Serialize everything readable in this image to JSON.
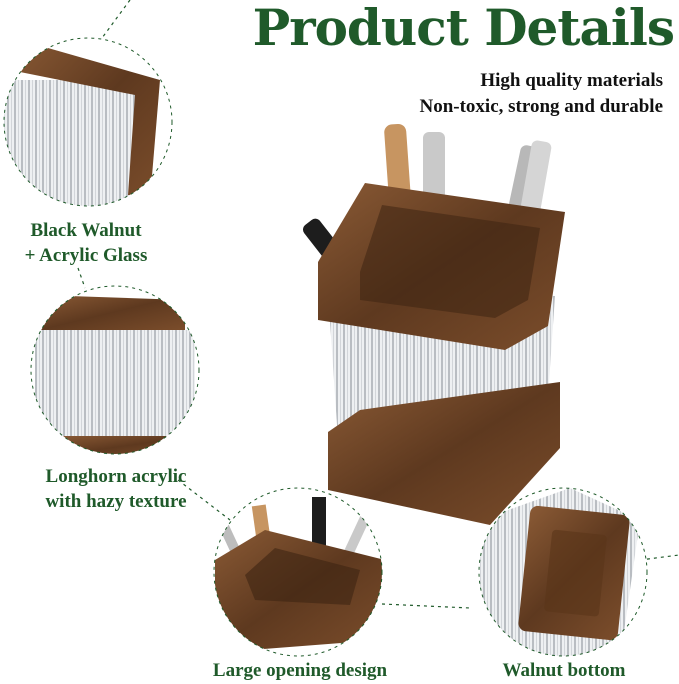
{
  "header": {
    "title": "Product Details",
    "subtitle_line1": "High quality materials",
    "subtitle_line2": "Non-toxic, strong and durable"
  },
  "callouts": {
    "material_line1": "Black Walnut",
    "material_line2": "+ Acrylic Glass",
    "acrylic_line1": "Longhorn acrylic",
    "acrylic_line2": "with hazy texture",
    "opening": "Large opening design",
    "bottom": "Walnut bottom"
  },
  "colors": {
    "brand_green": "#1f5a2a",
    "walnut": "#6b4326",
    "glass": "#e4e6e8"
  }
}
